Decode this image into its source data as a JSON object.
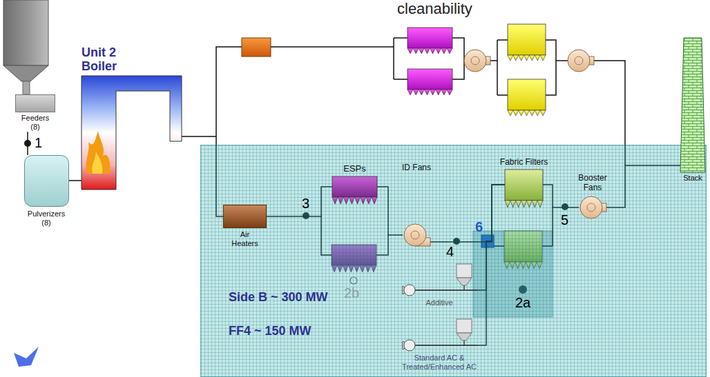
{
  "diagram": {
    "nodes": [
      {
        "text": [
          "Feeders (8)"
        ]
      },
      {
        "text": [
          "Pulverizers (8)"
        ]
      },
      {
        "text": [
          "Unit 2 Boiler"
        ]
      },
      {
        "text": [
          "Side B ~ 300 MW",
          "FF4 ~ 150 MW"
        ]
      },
      {
        "text": [
          "Air Heaters"
        ],
        "in": 3
      },
      {
        "text": [
          "ESPs"
        ],
        "in": 3
      },
      {
        "text": [
          "ID Fans"
        ],
        "in": 3
      },
      {
        "text": [
          "Fabric Filters"
        ],
        "in": 3
      },
      {
        "text": [
          "Booster Fans"
        ],
        "in": 3
      },
      {
        "text": [
          "Stack"
        ]
      },
      {
        "text": [
          "Additive"
        ],
        "in": 3
      },
      {
        "text": [
          "Standard AC & Treated/Enhanced AC"
        ],
        "in": 3
      }
    ],
    "edges": [
      {
        "from": 0,
        "to": 1,
        "arrow": "none"
      },
      {
        "from": 1,
        "to": 2,
        "arrow": "none"
      },
      {
        "from": 2,
        "to": 4,
        "arrow": "none"
      },
      {
        "from": 4,
        "to": 5,
        "arrow": "none"
      },
      {
        "from": 5,
        "to": 6,
        "arrow": "none"
      },
      {
        "from": 6,
        "to": 7,
        "arrow": "none"
      },
      {
        "from": 7,
        "to": 8,
        "arrow": "none"
      },
      {
        "from": 8,
        "to": 9,
        "arrow": "none"
      },
      {
        "from": 10,
        "to": 7,
        "arrow": "none"
      },
      {
        "from": 11,
        "to": 7,
        "arrow": "none"
      }
    ],
    "labels": [
      "cleanability",
      "1",
      "3",
      "2b",
      "4",
      "6",
      "2a",
      "5"
    ]
  }
}
